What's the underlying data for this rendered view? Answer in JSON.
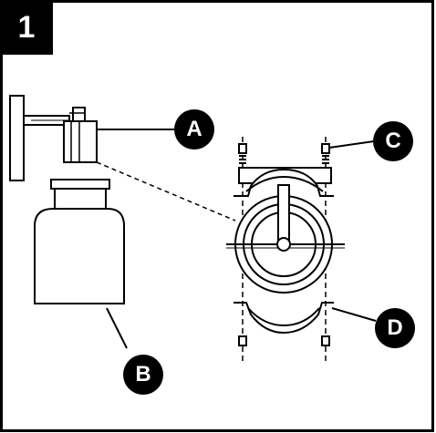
{
  "step": {
    "number": "1"
  },
  "callouts": {
    "a": "A",
    "b": "B",
    "c": "C",
    "d": "D"
  },
  "colors": {
    "ink": "#000000",
    "paper": "#ffffff"
  }
}
